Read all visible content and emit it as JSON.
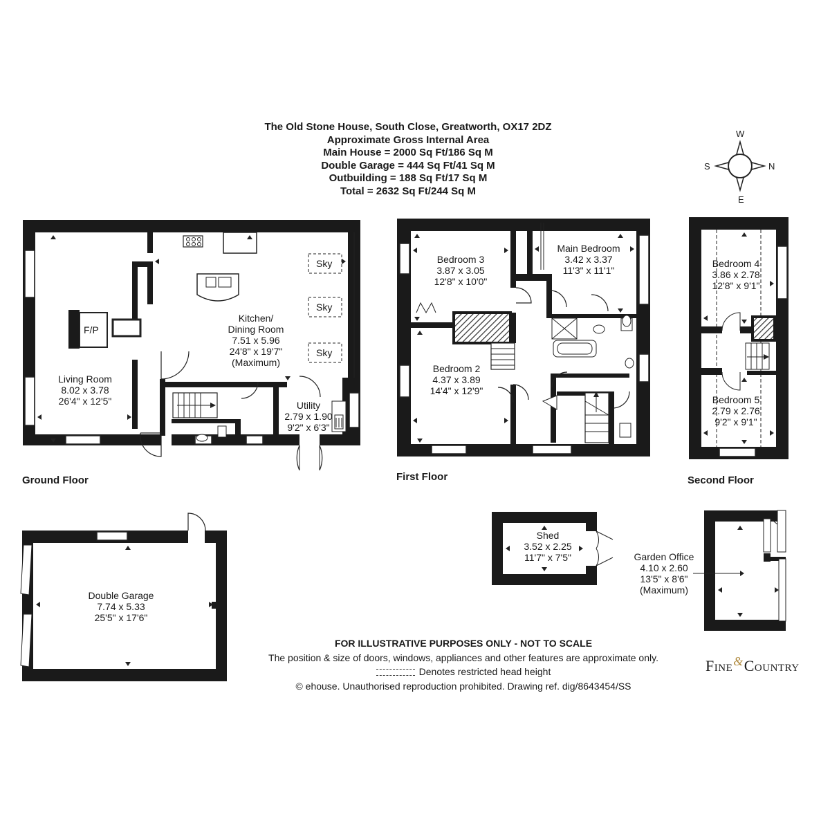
{
  "header": {
    "address": "The Old Stone House, South Close, Greatworth, OX17 2DZ",
    "area_title": "Approximate Gross Internal Area",
    "main_house": "Main House = 2000 Sq Ft/186 Sq M",
    "garage": "Double Garage = 444 Sq Ft/41 Sq M",
    "outbuilding": "Outbuilding = 188 Sq Ft/17 Sq M",
    "total": "Total = 2632 Sq Ft/244 Sq M"
  },
  "compass": {
    "north": "N",
    "south": "S",
    "east": "E",
    "west": "W"
  },
  "floors": {
    "ground": "Ground Floor",
    "first": "First Floor",
    "second": "Second Floor"
  },
  "rooms": {
    "living": {
      "name": "Living Room",
      "metric": "8.02 x 3.78",
      "imperial": "26'4\" x 12'5\""
    },
    "fireplace": "F/P",
    "kitchen": {
      "name": "Kitchen/",
      "name2": "Dining Room",
      "metric": "7.51 x 5.96",
      "imperial": "24'8\" x 19'7\"",
      "note": "(Maximum)"
    },
    "sky": "Sky",
    "utility": {
      "name": "Utility",
      "metric": "2.79 x 1.90",
      "imperial": "9'2\" x 6'3\""
    },
    "bedroom3": {
      "name": "Bedroom 3",
      "metric": "3.87 x 3.05",
      "imperial": "12'8\" x 10'0\""
    },
    "main_bedroom": {
      "name": "Main Bedroom",
      "metric": "3.42 x 3.37",
      "imperial": "11'3\" x 11'1\""
    },
    "bedroom2": {
      "name": "Bedroom 2",
      "metric": "4.37 x 3.89",
      "imperial": "14'4\" x 12'9\""
    },
    "bedroom4": {
      "name": "Bedroom 4",
      "metric": "3.86 x 2.78",
      "imperial": "12'8\" x 9'1\""
    },
    "bedroom5": {
      "name": "Bedroom 5",
      "metric": "2.79 x 2.76",
      "imperial": "9'2\" x 9'1\""
    },
    "garage": {
      "name": "Double Garage",
      "metric": "7.74 x 5.33",
      "imperial": "25'5\" x 17'6\""
    },
    "shed": {
      "name": "Shed",
      "metric": "3.52 x 2.25",
      "imperial": "11'7\" x 7'5\""
    },
    "garden_office": {
      "name": "Garden Office",
      "metric": "4.10 x 2.60",
      "imperial": "13'5\" x 8'6\"",
      "note": "(Maximum)"
    }
  },
  "footer": {
    "disclaimer": "FOR ILLUSTRATIVE PURPOSES ONLY - NOT TO SCALE",
    "position_note": "The position & size of doors, windows, appliances and other features are approximate only.",
    "head_height": "Denotes restricted head height",
    "copyright": "© ehouse. Unauthorised reproduction prohibited. Drawing ref. dig/8643454/SS"
  },
  "logo": {
    "word1": "Fine",
    "amp": "&",
    "word2": "Country",
    "accent_color": "#b08a3e"
  },
  "colors": {
    "wall": "#1a1a1a",
    "hatch": "#444444"
  }
}
